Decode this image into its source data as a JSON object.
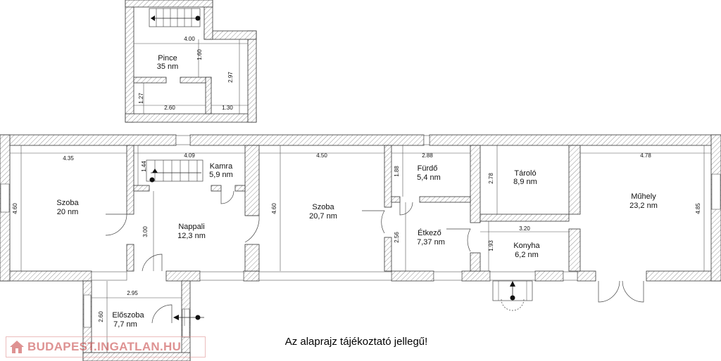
{
  "rooms": {
    "pince": {
      "name": "Pince",
      "area": "35 nm"
    },
    "szoba1": {
      "name": "Szoba",
      "area": "20 nm"
    },
    "kamra": {
      "name": "Kamra",
      "area": "5,9 nm"
    },
    "nappali": {
      "name": "Nappali",
      "area": "12,3 nm"
    },
    "szoba2": {
      "name": "Szoba",
      "area": "20,7 nm"
    },
    "furdo": {
      "name": "Fürdő",
      "area": "5,4 nm"
    },
    "etkezo": {
      "name": "Étkező",
      "area": "7,37 nm"
    },
    "tarolo": {
      "name": "Tároló",
      "area": "8,9 nm"
    },
    "konyha": {
      "name": "Konyha",
      "area": "6,2 nm"
    },
    "muhely": {
      "name": "Műhely",
      "area": "23,2 nm"
    },
    "eloszoba": {
      "name": "Előszoba",
      "area": "7,7 nm"
    }
  },
  "dims": {
    "pince_w": "4.00",
    "pince_h1": "1.60",
    "pince_h2": "2.97",
    "pince_h3": "1.27",
    "pince_w2": "2.60",
    "pince_w3": "1.30",
    "szoba1_w": "4.35",
    "szoba1_h": "4.60",
    "kamra_w": "4.09",
    "kamra_h": "1.44",
    "nappali_h": "3.00",
    "szoba2_w": "4.50",
    "szoba2_h": "4.60",
    "furdo_w": "2.88",
    "furdo_h": "1.88",
    "etkezo_h": "2.56",
    "tarolo_h": "2.78",
    "konyha_w": "3.20",
    "konyha_h": "1.93",
    "muhely_w": "4.78",
    "muhely_h": "4.85",
    "eloszoba_w": "2.95",
    "eloszoba_h": "2.60"
  },
  "note": "Az alaprajz tájékoztató jellegű!",
  "watermark": "BUDAPEST.INGATLAN.HU"
}
